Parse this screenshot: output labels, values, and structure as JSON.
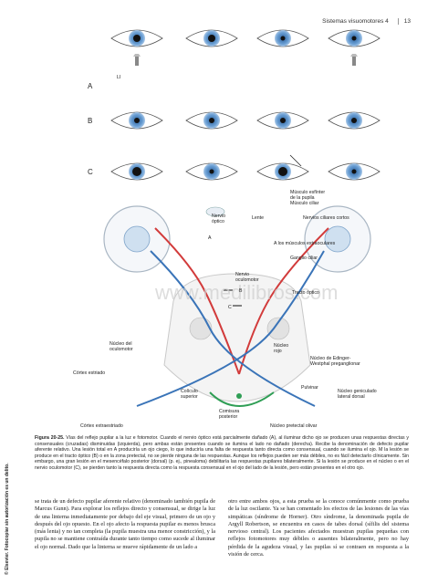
{
  "header": {
    "chapter": "Sistemas visuomotores 4",
    "page": "13"
  },
  "copyright": "© Elsevier. Fotocopiar sin autorización es un delito.",
  "figure": {
    "rows": [
      "A",
      "B",
      "C"
    ],
    "light_label": "LI",
    "watermark": "www.medilibros.com",
    "labels": {
      "sphincter": "Músculo esfínter\nde la pupila",
      "ciliary": "Músculo ciliar",
      "optic_nerve": "Nervio\nóptico",
      "lens": "Lente",
      "short_ciliary": "Nervios ciliares cortos",
      "extraocular": "A los músculos extraoculares",
      "ciliary_ganglion": "Ganglio ciliar",
      "oculomotor_nerve": "Nervio\noculomotor",
      "optic_tract": "Tracto óptico",
      "oculomotor_nucleus": "Núcleo del\noculomotor",
      "red_nucleus": "Núcleo\nrojo",
      "edinger": "Núcleo de Edinger-\nWestphal preganglionar",
      "striate": "Córtex estriado",
      "lgn": "Núcleo geniculado\nlateral dorsal",
      "pulvinar": "Pulvinar",
      "sup_colliculus": "Colículo\nsuperior",
      "posterior_commissure": "Comisura\nposterior",
      "extrastriate": "Córtex extraestriado",
      "pretectal": "Núcleo pretectal olivar",
      "letter_a": "A",
      "letter_b": "B",
      "letter_c": "C"
    }
  },
  "caption": {
    "lead": "Figura 20-25.",
    "text": " Vías del reflejo pupilar a la luz e fotomotor. Cuando el nervio óptico está parcialmente dañado (A), al iluminar dicho ojo se producen unas respuestas directas y consensuales (cruzadas) disminuidas (izquierda), pero ambas están presentes cuando se ilumina el lado no dañado (derecha). Recibe la denominación de defecto pupilar aferente relativo. Una lesión total en A produciría un ojo ciego, lo que induciría una falta de respuesta tanto directa como consensual, cuando se ilumina el ojo. M la lesión se produce en el tracto óptico (B) o en la zona pretectal, no se pierde ninguna de las respuestas. Aunque los reflejos pueden ser más débiles, no es fácil detectarlo clínicamente. Sin embargo, una gran lesión en el mesencéfalo posterior (dorsal) (p. ej., pinealoma) debilitaría las respuestas pupilares bilateralmente. Si la lesión se produce en el núcleo o en el nervio oculomotor (C), se pierden tanto la respuesta directa como la respuesta consensual en el ojo del lado de la lesión, pero están presentes en el otro ojo."
  },
  "body": {
    "left": "se trata de un defecto pupilar aferente relativo (denominado también pupila de Marcus Gunn). Para explorar los reflejos directo y consensual, se dirige la luz de una linterna inmediatamente por debajo del eje visual, primero de un ojo y después del ojo opuesto. En el ojo afecto la respuesta pupilar es menos brusca (más lenta) y no tan completa (la pupila muestra una menor constricción), y la pupila no se mantiene contraída durante tanto tiempo como sucede al iluminar el ojo normal. Dado que la linterna se mueve rápidamente de un lado a",
    "right": "otro entre ambos ojos, a esta prueba se la conoce comúnmente como prueba de la luz oscilante. Ya se han comentado los efectos de las lesiones de las vías simpáticas (síndrome de Horner). Otro síndrome, la denominada pupila de Argyll Robertson, se encuentra en casos de tabes dorsal (sífilis del sistema nervioso central). Los pacientes afectados muestran pupilas pequeñas con reflejos fotomotores muy débiles o ausentes bilateralmente, pero no hay pérdida de la agudeza visual, y las pupilas sí se contraen en respuesta a la visión de cerca."
  }
}
